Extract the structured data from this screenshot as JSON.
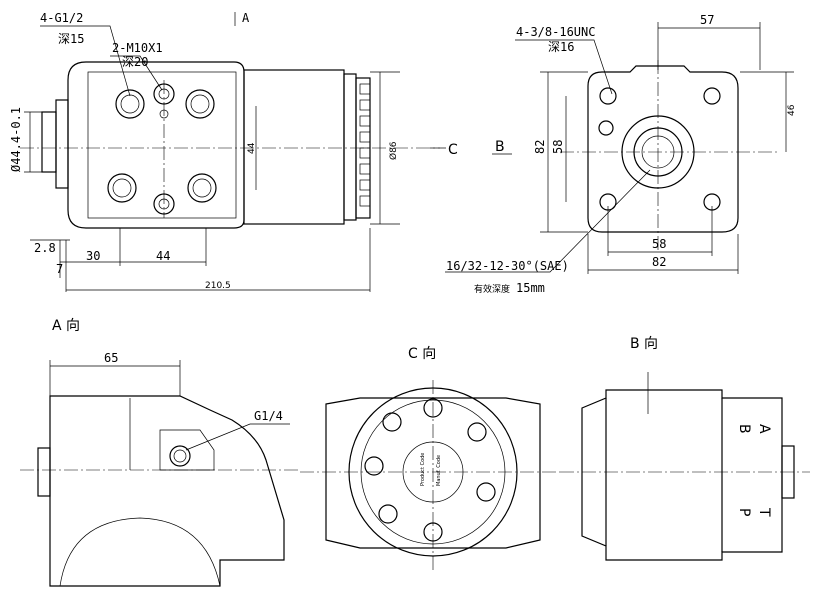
{
  "top_left_view": {
    "callout_ports": "4-G1/2",
    "callout_ports_depth": "深15",
    "callout_mount": "2-M10X1",
    "callout_mount_depth": "深20",
    "section_mark": "A",
    "dim_diameter": "Ø44.4-0.1",
    "dim_44_vertical": "44",
    "dim_86": "Ø86",
    "dim_28": "2.8",
    "dim_7": "7",
    "dim_30": "30",
    "dim_44": "44",
    "dim_2105": "210.5",
    "centerline_label": "C"
  },
  "top_right_view": {
    "view_label": "B",
    "callout_holes": "4-3/8-16UNC",
    "callout_holes_depth": "深16",
    "dim_57": "57",
    "dim_46": "46",
    "dim_82_v": "82",
    "dim_58_v": "58",
    "dim_58_h": "58",
    "dim_82_h": "82",
    "spline_spec": "16/32-12-30°(SAE)",
    "spline_depth_label": "有效深度",
    "spline_depth_value": "15mm"
  },
  "view_a": {
    "title": "A 向",
    "dim_65": "65",
    "port": "G1/4"
  },
  "view_c": {
    "title": "C 向",
    "label_lines": [
      "Product Code",
      "Manuf. Code"
    ]
  },
  "view_b": {
    "title": "B 向",
    "port_letters": [
      "A",
      "B",
      "T",
      "P"
    ]
  }
}
